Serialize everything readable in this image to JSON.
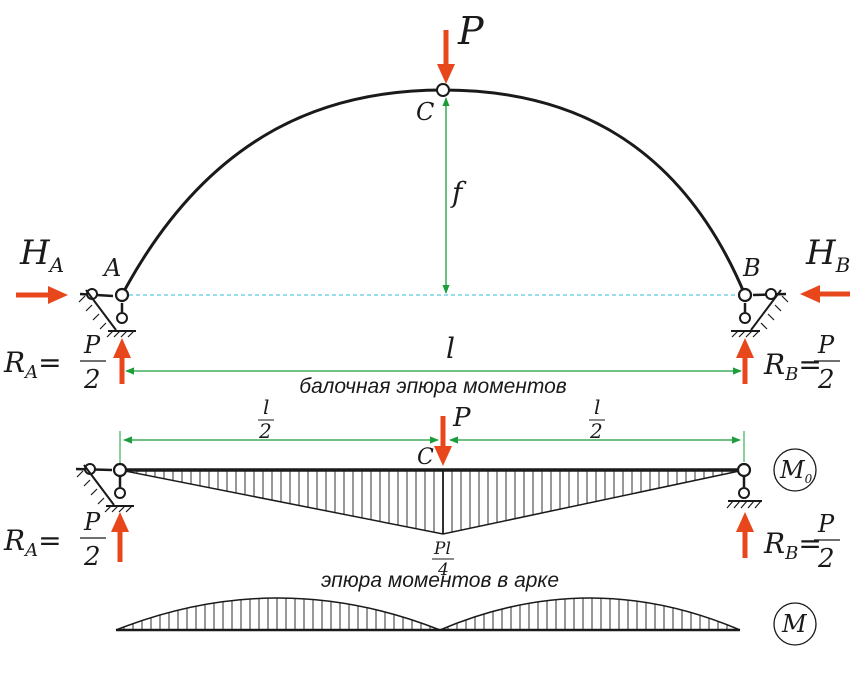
{
  "colors": {
    "arrow": "#e8471c",
    "structure": "#1a1a1a",
    "dimension": "#1a9e3a",
    "baseline": "#5ac8e8"
  },
  "arch": {
    "load_label": "P",
    "crown_label": "C",
    "rise_label": "f",
    "span_label": "l",
    "left_support_label": "A",
    "right_support_label": "B",
    "left_thrust_label": "H",
    "left_thrust_sub": "A",
    "right_thrust_label": "H",
    "right_thrust_sub": "B",
    "left_reaction": {
      "name": "R",
      "sub": "A",
      "eq": "=",
      "num": "P",
      "den": "2"
    },
    "right_reaction": {
      "name": "R",
      "sub": "B",
      "eq": "=",
      "num": "P",
      "den": "2"
    }
  },
  "beam": {
    "caption": "балочная эпюра моментов",
    "half_num": "l",
    "half_den": "2",
    "load_label": "P",
    "mid_label": "C",
    "peak_num": "Pl",
    "peak_den": "4",
    "diagram_symbol": "M",
    "diagram_symbol_sub": "0",
    "left_reaction": {
      "name": "R",
      "sub": "A",
      "eq": "=",
      "num": "P",
      "den": "2"
    },
    "right_reaction": {
      "name": "R",
      "sub": "B",
      "eq": "=",
      "num": "P",
      "den": "2"
    }
  },
  "arch_moments": {
    "caption": "эпюра моментов в арке",
    "diagram_symbol": "M"
  }
}
